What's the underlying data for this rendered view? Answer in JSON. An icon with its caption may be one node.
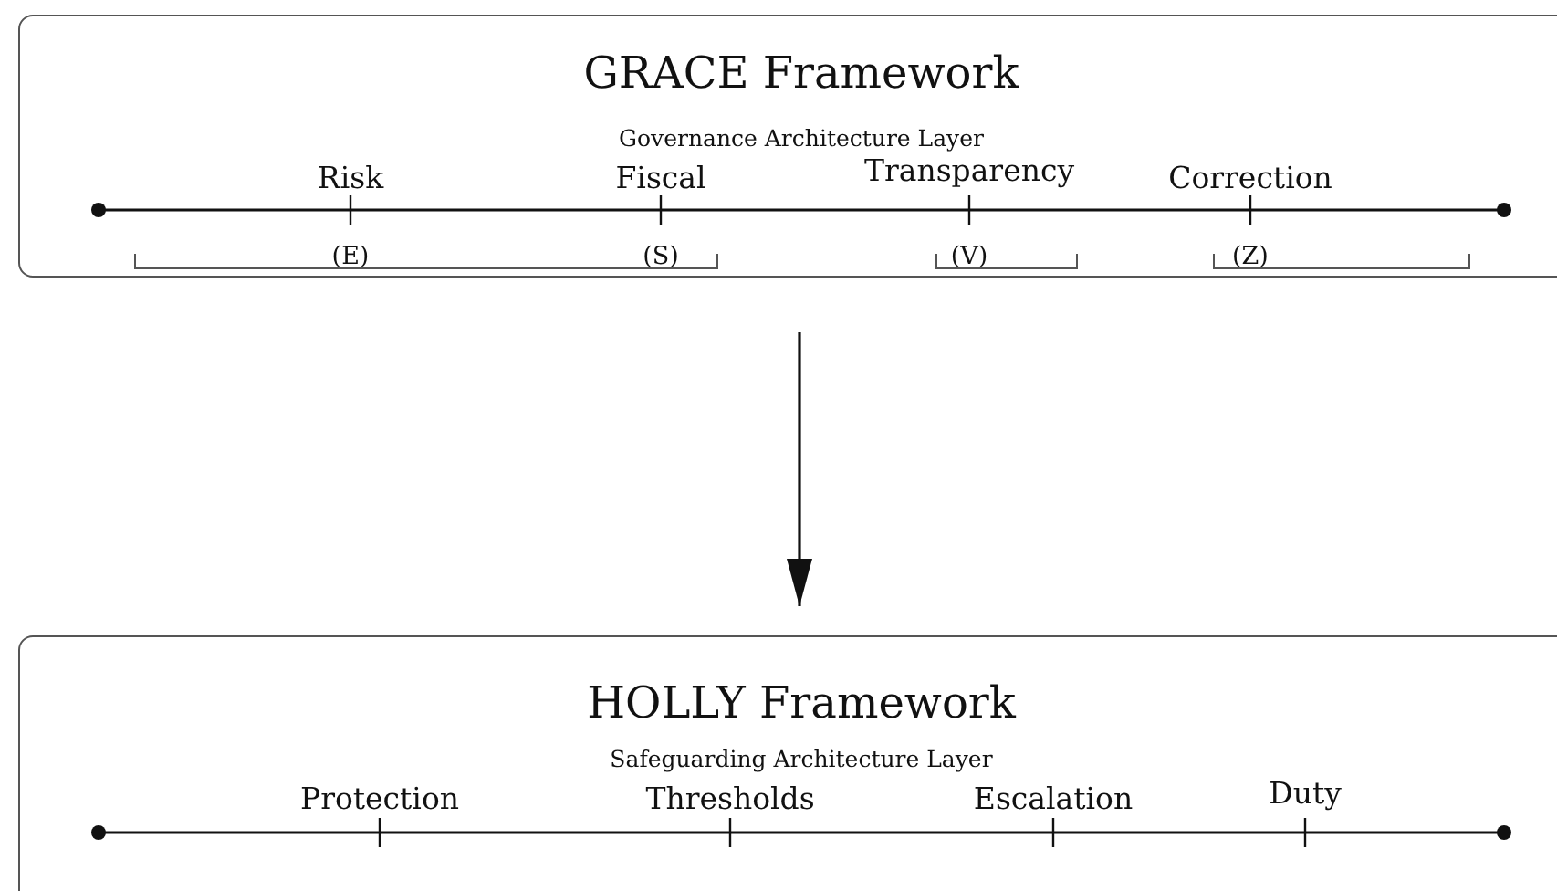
{
  "diagram": {
    "nodes": [
      {
        "text": [
          "GRACE Framework",
          "Governance Architecture Layer",
          "Risk",
          "Fiscal",
          "Transparency",
          "Correction",
          "(E)",
          "(S)",
          "(V)",
          "(Z)"
        ]
      },
      {
        "text": [
          "HOLLY Framework",
          "Safeguarding Architecture Layer",
          "Protection",
          "Thresholds",
          "Escalation",
          "Duty"
        ]
      }
    ],
    "edges": [
      {
        "from": 0,
        "to": 1,
        "arrow": "to"
      }
    ]
  }
}
